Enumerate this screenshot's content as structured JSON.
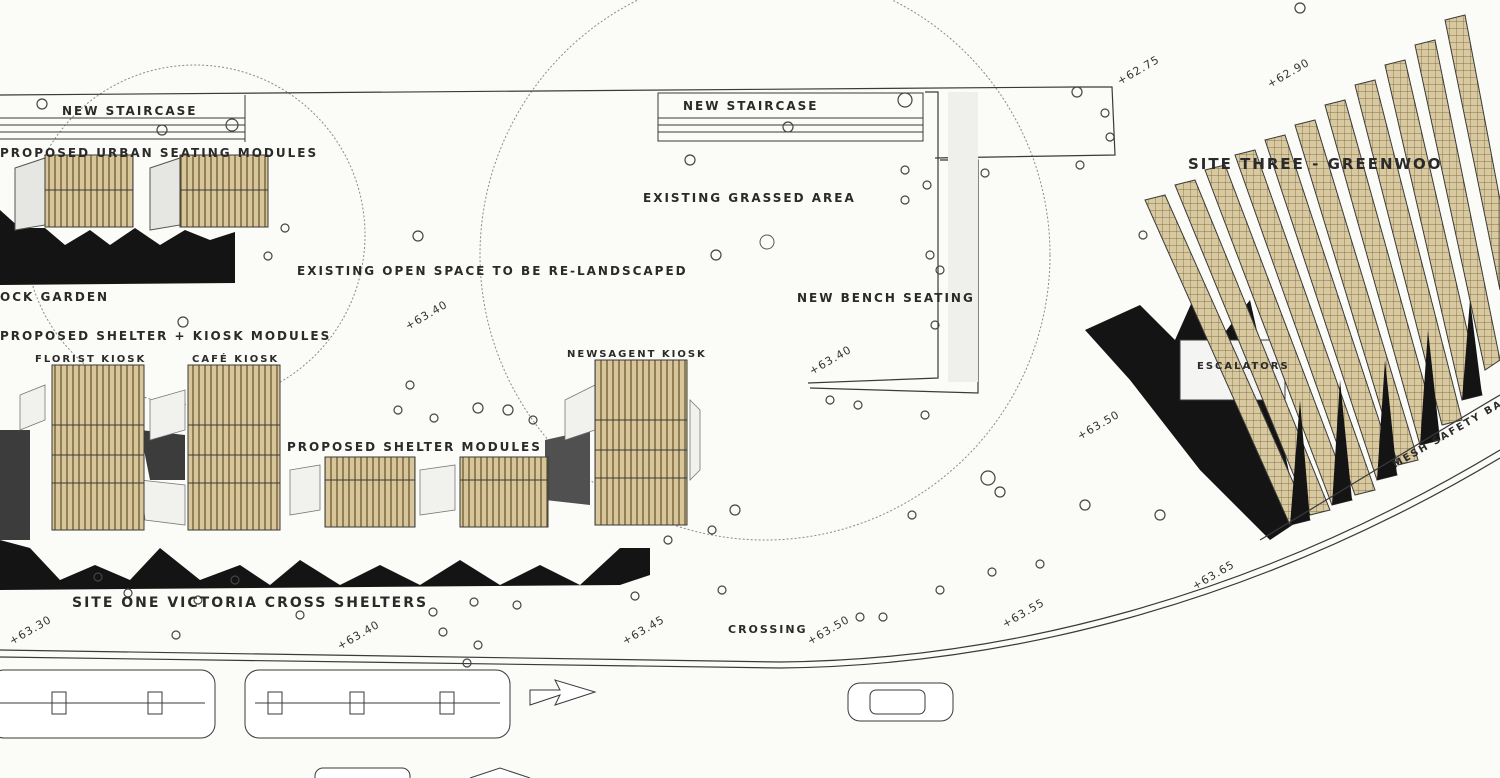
{
  "labels": {
    "new_staircase_left": "NEW STAIRCASE",
    "new_staircase_right": "NEW STAIRCASE",
    "urban_seating": "PROPOSED URBAN SEATING MODULES",
    "rock_garden": "OCK GARDEN",
    "shelter_kiosk_modules": "PROPOSED SHELTER + KIOSK MODULES",
    "florist_kiosk": "FLORIST KIOSK",
    "cafe_kiosk": "CAFÉ KIOSK",
    "newsagent_kiosk": "NEWSAGENT KIOSK",
    "existing_grassed_area": "EXISTING GRASSED AREA",
    "open_space": "EXISTING OPEN SPACE TO BE RE-LANDSCAPED",
    "new_bench_seating": "NEW BENCH SEATING",
    "shelter_modules": "PROPOSED SHELTER MODULES",
    "site_one": "SITE ONE   VICTORIA CROSS SHELTERS",
    "site_three": "SITE THREE - GREENWOO",
    "escalators": "ESCALATORS",
    "mesh_safety": "MESH SAFETY BARR",
    "crossing": "CROSSING"
  },
  "levels": {
    "l6275": "+62.75",
    "l6290": "+62.90",
    "l6340a": "+63.40",
    "l6340b": "+63.40",
    "l6340c": "+63.40",
    "l6350a": "+63.50",
    "l6350b": "+63.50",
    "l6330": "+63.30",
    "l6345": "+63.45",
    "l6355": "+63.55",
    "l6365": "+63.65"
  },
  "colors": {
    "timber": "#d8c69a",
    "timber_stripe": "#6b5a32",
    "shadow": "#141414",
    "line": "#3a3a3a",
    "paper": "#fbfbf8"
  }
}
